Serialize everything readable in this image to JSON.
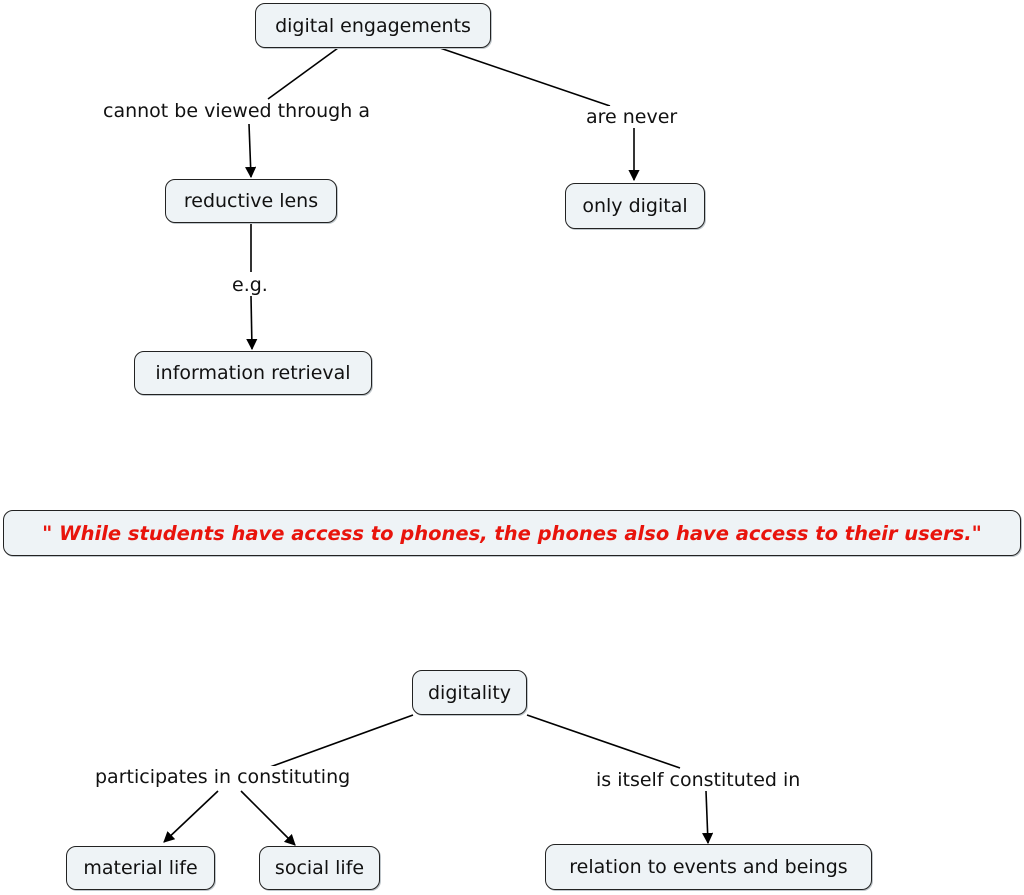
{
  "colors": {
    "node_fill": "#eef3f6",
    "node_border": "#222222",
    "quote_text": "#e8140c",
    "line": "#000000"
  },
  "top_map": {
    "root": "digital engagements",
    "link_left": "cannot be viewed through a",
    "link_right": "are never",
    "node_lens": "reductive lens",
    "node_only_digital": "only digital",
    "link_eg": "e.g.",
    "node_info": "information retrieval"
  },
  "quote": {
    "text": "\" While students have access to phones, the phones also have access to their users.\""
  },
  "bottom_map": {
    "root": "digitality",
    "link_left": "participates in constituting",
    "link_right": "is itself constituted in",
    "node_material": "material life",
    "node_social": "social life",
    "node_relation": "relation to events and beings"
  }
}
